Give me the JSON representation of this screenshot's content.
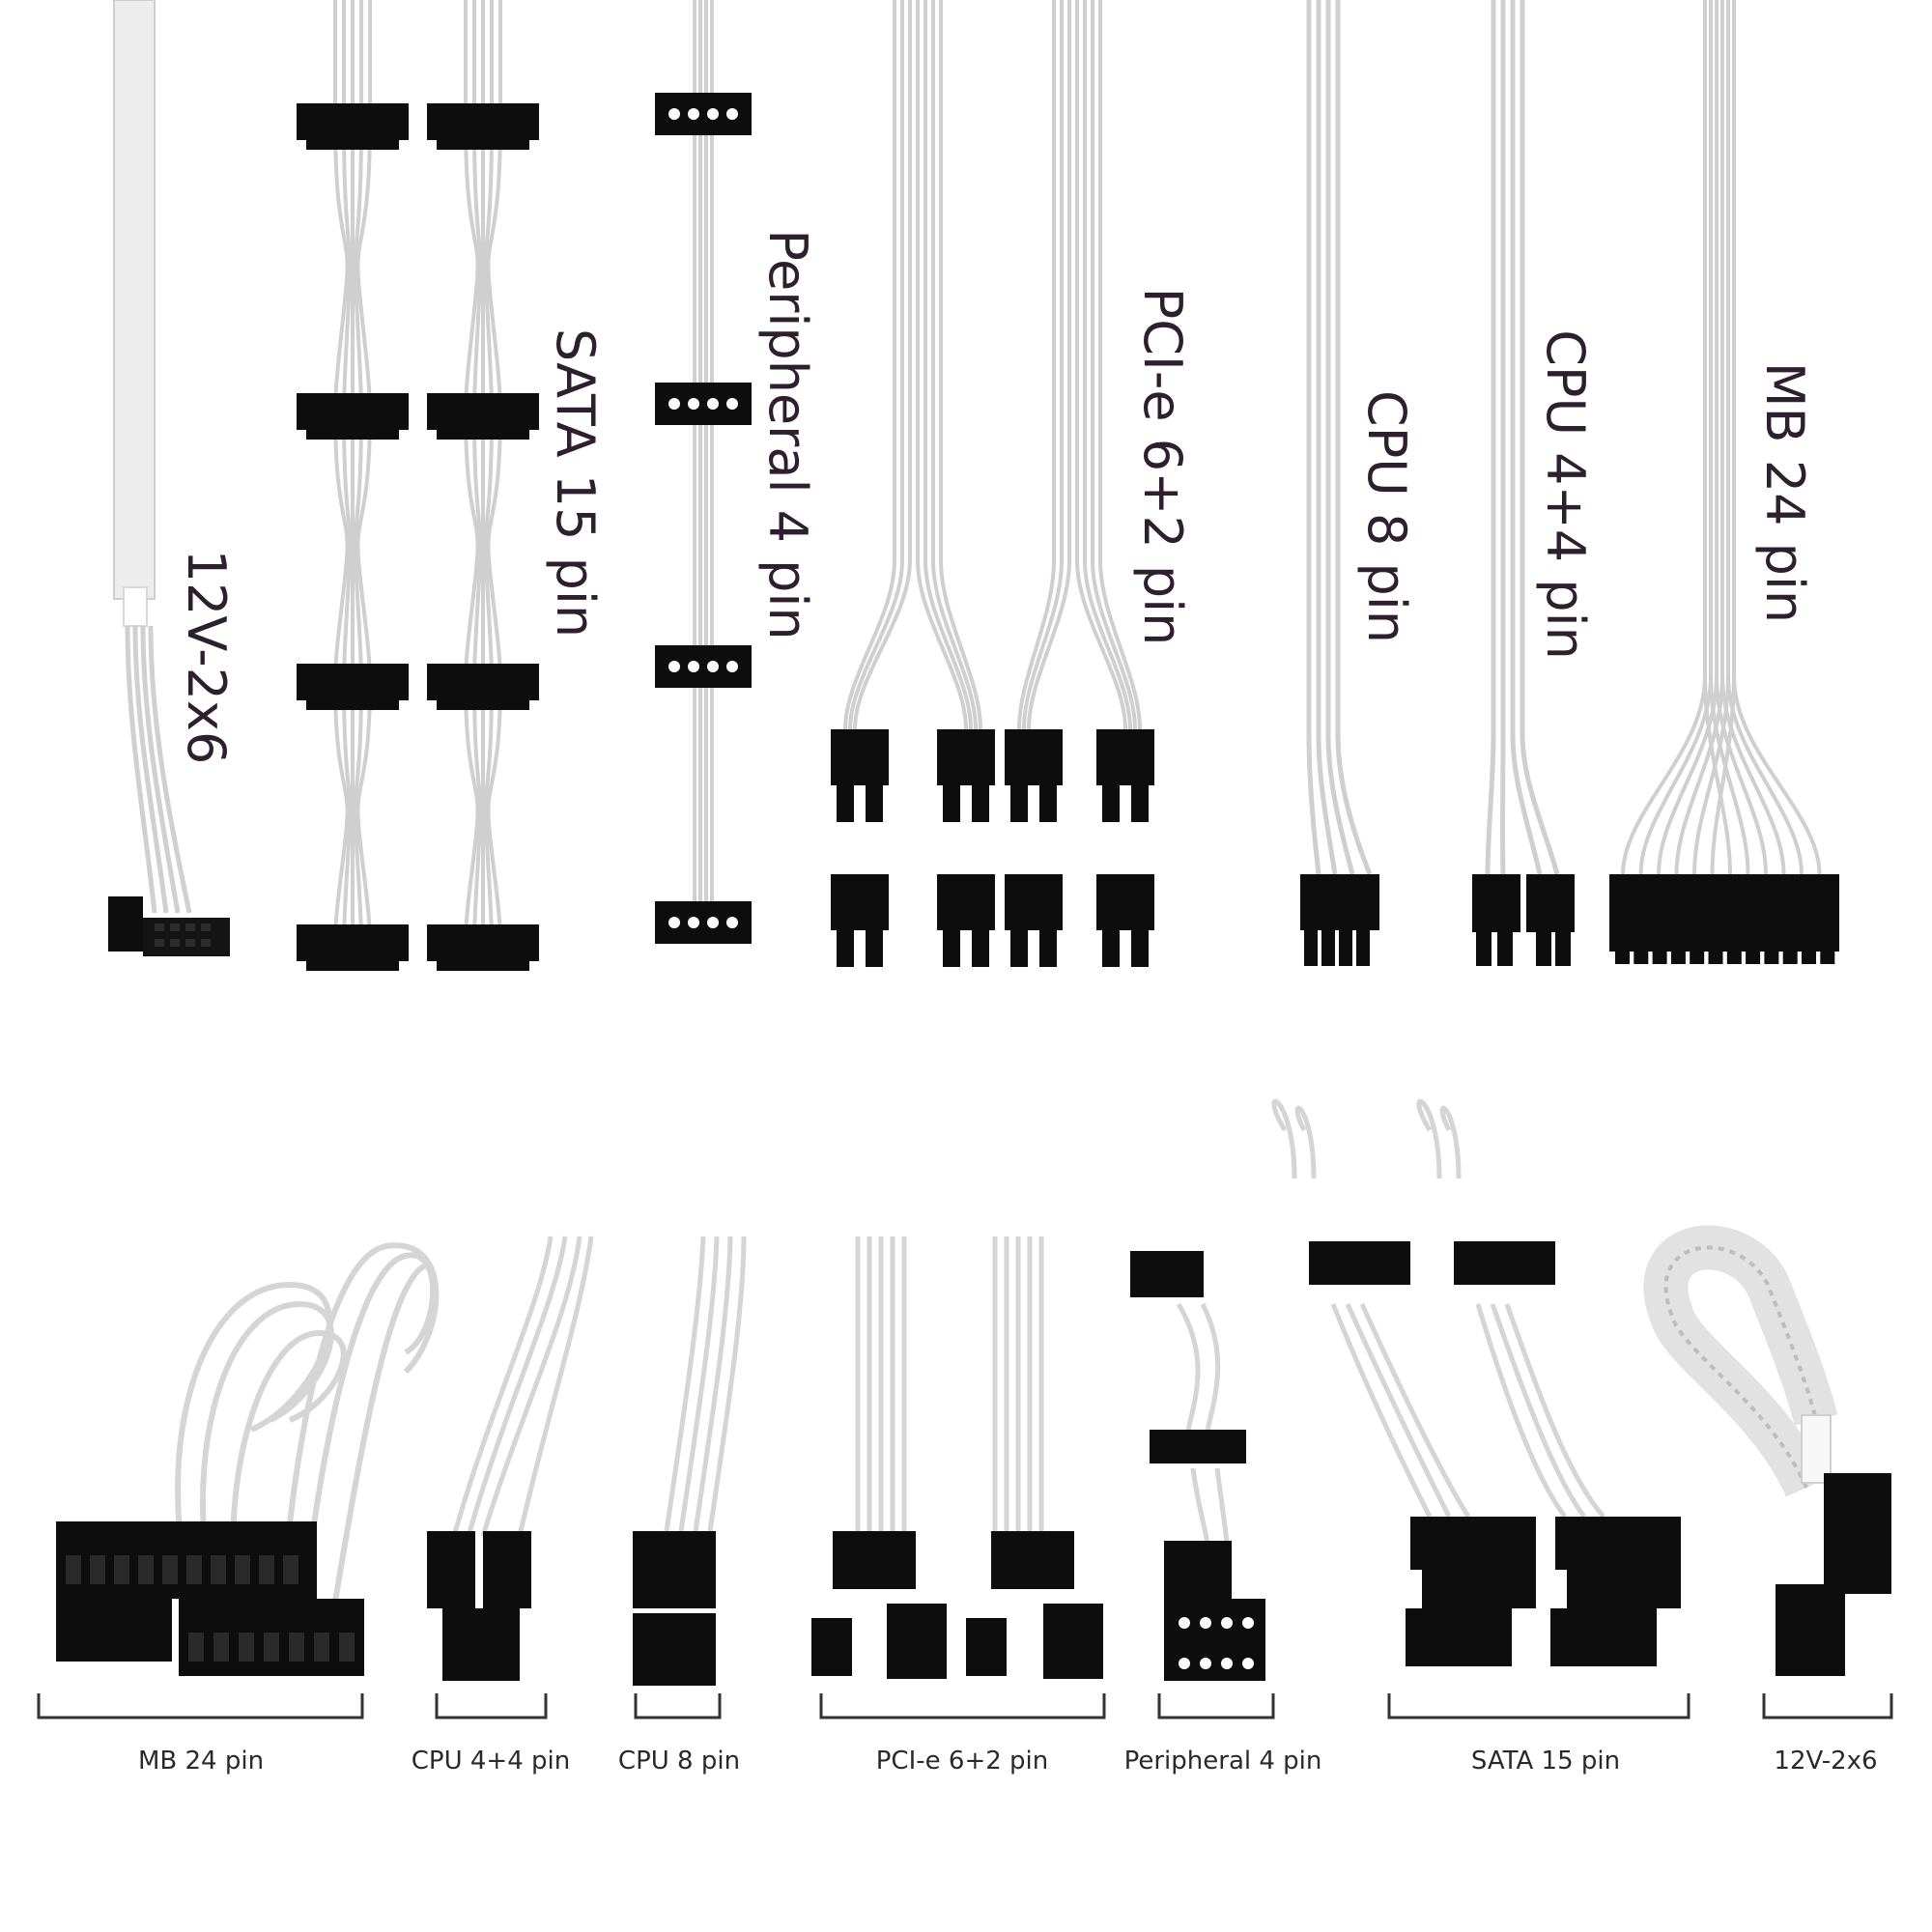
{
  "top_labels": {
    "l12v": "12V-2x6",
    "sata": "SATA 15 pin",
    "peripheral": "Peripheral 4 pin",
    "pcie": "PCI-e 6+2 pin",
    "cpu8": "CPU 8 pin",
    "cpu44": "CPU 4+4 pin",
    "mb24": "MB 24 pin"
  },
  "bottom_labels": {
    "mb24": "MB 24 pin",
    "cpu44": "CPU 4+4 pin",
    "cpu8": "CPU 8 pin",
    "pcie": "PCI-e 6+2 pin",
    "peripheral": "Peripheral 4 pin",
    "sata": "SATA 15 pin",
    "l12v": "12V-2x6"
  },
  "colors": {
    "cable": "#f4f4f4",
    "cable_edge": "#bdbdbd",
    "connector": "#0d0d0d",
    "label_top": "#2e1f2e",
    "label_bottom": "#2a2a2a",
    "bracket": "#333333"
  }
}
